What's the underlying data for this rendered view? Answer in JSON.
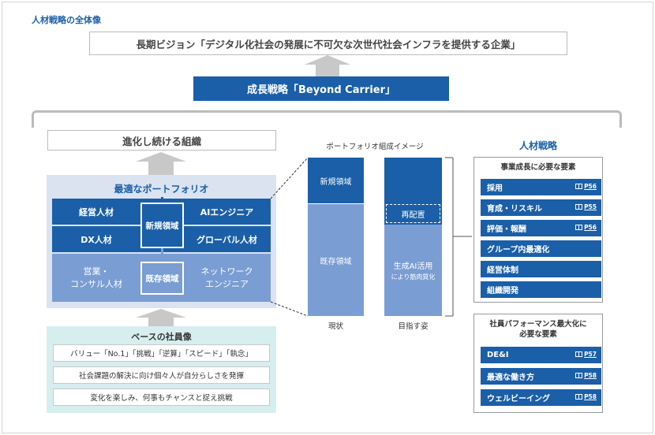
{
  "page_title": "人材戦略の全体像",
  "vision": "長期ビジョン「デジタル化社会の発展に不可欠な次世代社会インフラを提供する企業」",
  "strategy": "成長戦略「Beyond Carrier」",
  "evolving_org": "進化し続ける組織",
  "optimal_portfolio": {
    "title": "最適なポートフォリオ",
    "cells": {
      "top_left": "経営人材",
      "top_right": "AIエンジニア",
      "mid_left": "DX人材",
      "mid_right": "グローバル人材",
      "bottom_left": "営業・\nコンサル人材",
      "bottom_right": "ネットワーク\nエンジニア"
    },
    "new_domain": "新規領域",
    "existing_domain": "既存領域"
  },
  "base_employee": {
    "title": "ベースの社員像",
    "items": [
      "バリュー「No.1」「挑戦」「逆算」「スピード」「執念」",
      "社会課題の解決に向け個々人が自分らしさを発揮",
      "変化を楽しみ、何事もチャンスと捉え挑戦"
    ]
  },
  "portfolio_image": {
    "title": "ポートフォリオ組成イメージ",
    "current": {
      "label": "現状",
      "new": "新規領域",
      "existing": "既存領域"
    },
    "target": {
      "label": "目指す姿",
      "reallocation": "再配置",
      "ai_line1": "生成AI活用",
      "ai_line2": "により筋肉質化"
    }
  },
  "hr_strategy": {
    "title": "人材戦略",
    "panel1": {
      "heading": "事業成長に必要な要素",
      "items": [
        {
          "label": "採用",
          "ref": "P56"
        },
        {
          "label": "育成・リスキル",
          "ref": "P55"
        },
        {
          "label": "評価・報酬",
          "ref": "P56"
        },
        {
          "label": "グループ内最適化",
          "ref": ""
        },
        {
          "label": "経営体制",
          "ref": ""
        },
        {
          "label": "組織開発",
          "ref": ""
        }
      ]
    },
    "panel2": {
      "heading_line1": "社員パフォーマンス最大化に",
      "heading_line2": "必要な要素",
      "items": [
        {
          "label": "DE&I",
          "ref": "P57"
        },
        {
          "label": "最適な働き方",
          "ref": "P58"
        },
        {
          "label": "ウェルビーイング",
          "ref": "P58"
        }
      ]
    }
  },
  "colors": {
    "primary": "#1a5fa8",
    "light_blue": "#7a9dd3",
    "pale_blue": "#dbe3f1",
    "pale_teal": "#d7eeef",
    "gray_arrow": "#c8c8c8"
  }
}
